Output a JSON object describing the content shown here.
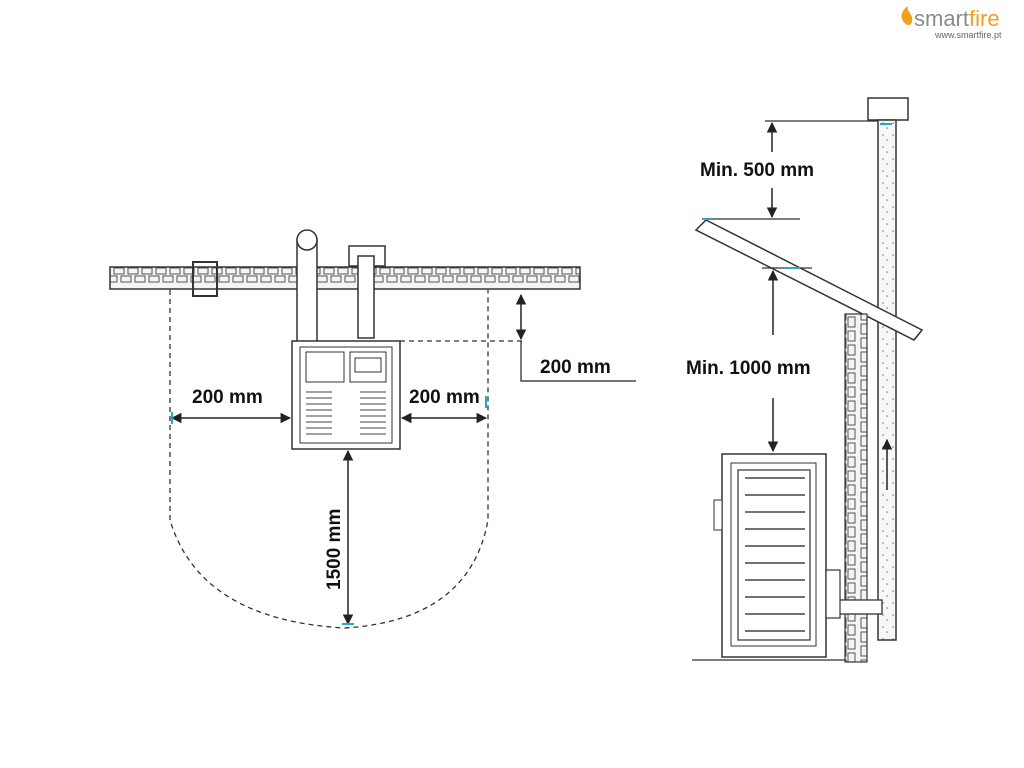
{
  "logo": {
    "brand_main": "smart",
    "brand_accent": "fire",
    "url": "www.smartfire.pt",
    "flame_color": "#f0a020"
  },
  "plan_view": {
    "label_rear": "200 mm",
    "label_left": "200 mm",
    "label_right": "200 mm",
    "label_front": "1500 mm"
  },
  "side_view": {
    "label_above_roof": "Min. 500 mm",
    "label_below_roof": "Min. 1000 mm"
  },
  "colors": {
    "line": "#222222",
    "marker": "#2aa8c8",
    "background": "#ffffff"
  }
}
